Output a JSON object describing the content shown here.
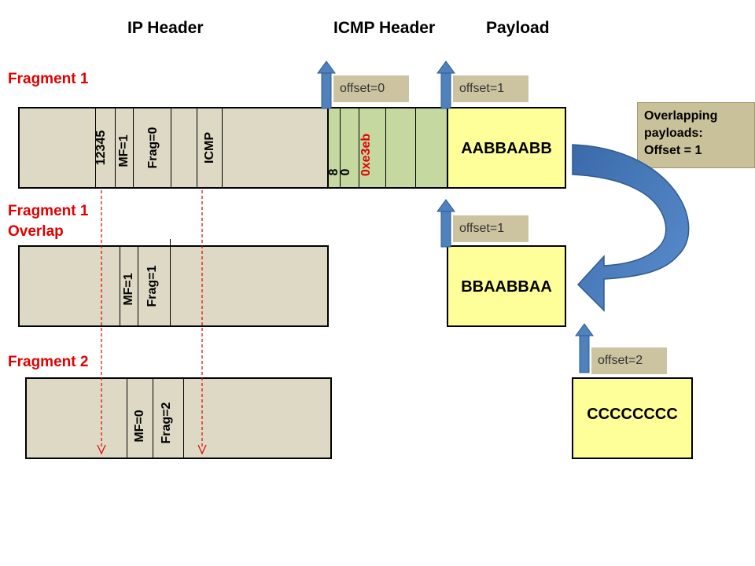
{
  "columns": {
    "ip_header": "IP Header",
    "icmp_header": "ICMP Header",
    "payload": "Payload"
  },
  "fragments": {
    "f1": {
      "label": "Fragment 1",
      "fields": [
        "12345",
        "MF=1",
        "Frag=0",
        "ICMP"
      ],
      "icmp_fields": [
        "8",
        "0",
        "0xe3eb"
      ],
      "payload": "AABBAABB",
      "offset_icmp": "offset=0",
      "offset_payload": "offset=1"
    },
    "f1o": {
      "label_line1": "Fragment 1",
      "label_line2": "Overlap",
      "fields": [
        "MF=1",
        "Frag=1"
      ],
      "payload": "BBAABBAA",
      "offset_payload": "offset=1"
    },
    "f2": {
      "label": "Fragment 2",
      "fields": [
        "MF=0",
        "Frag=2"
      ],
      "payload": "CCCCCCCC",
      "offset_payload": "offset=2"
    }
  },
  "note": {
    "line1": "Overlapping",
    "line2": "payloads:",
    "line3": "Offset = 1"
  },
  "colors": {
    "label_red": "#e00000",
    "checksum_red": "#e00000",
    "arrow_blue": "#4f81bd",
    "header_fill": "#ddd9c4",
    "icmp_fill": "#c4d8a0",
    "payload_fill": "#ffff99"
  }
}
